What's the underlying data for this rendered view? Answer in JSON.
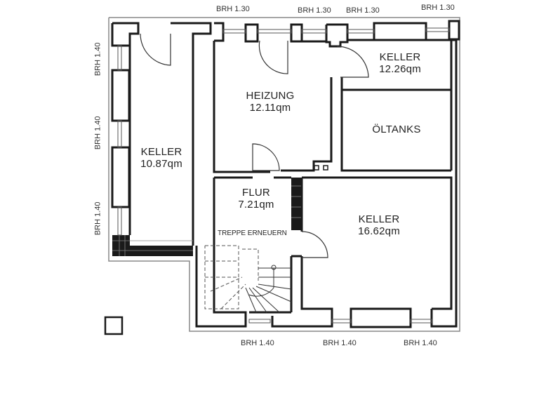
{
  "plan": {
    "rooms": [
      {
        "name": "KELLER",
        "area": "10.87qm"
      },
      {
        "name": "HEIZUNG",
        "area": "12.11qm"
      },
      {
        "name": "KELLER",
        "area": "12.26qm"
      },
      {
        "name": "ÖLTANKS",
        "area": ""
      },
      {
        "name": "FLUR",
        "area": "7.21qm"
      },
      {
        "name": "KELLER",
        "area": "16.62qm"
      }
    ],
    "stair_note": "TREPPE ERNEUERN",
    "windows_top": [
      "BRH 1.30",
      "BRH 1.30",
      "BRH 1.30",
      "BRH 1.30"
    ],
    "windows_left": [
      "BRH 1.40",
      "BRH 1.40",
      "BRH 1.40"
    ],
    "windows_bottom": [
      "BRH 1.40",
      "BRH 1.40",
      "BRH 1.40"
    ],
    "colors": {
      "wall": "#1a1a1a",
      "outline": "#777777",
      "background": "#ffffff"
    }
  }
}
